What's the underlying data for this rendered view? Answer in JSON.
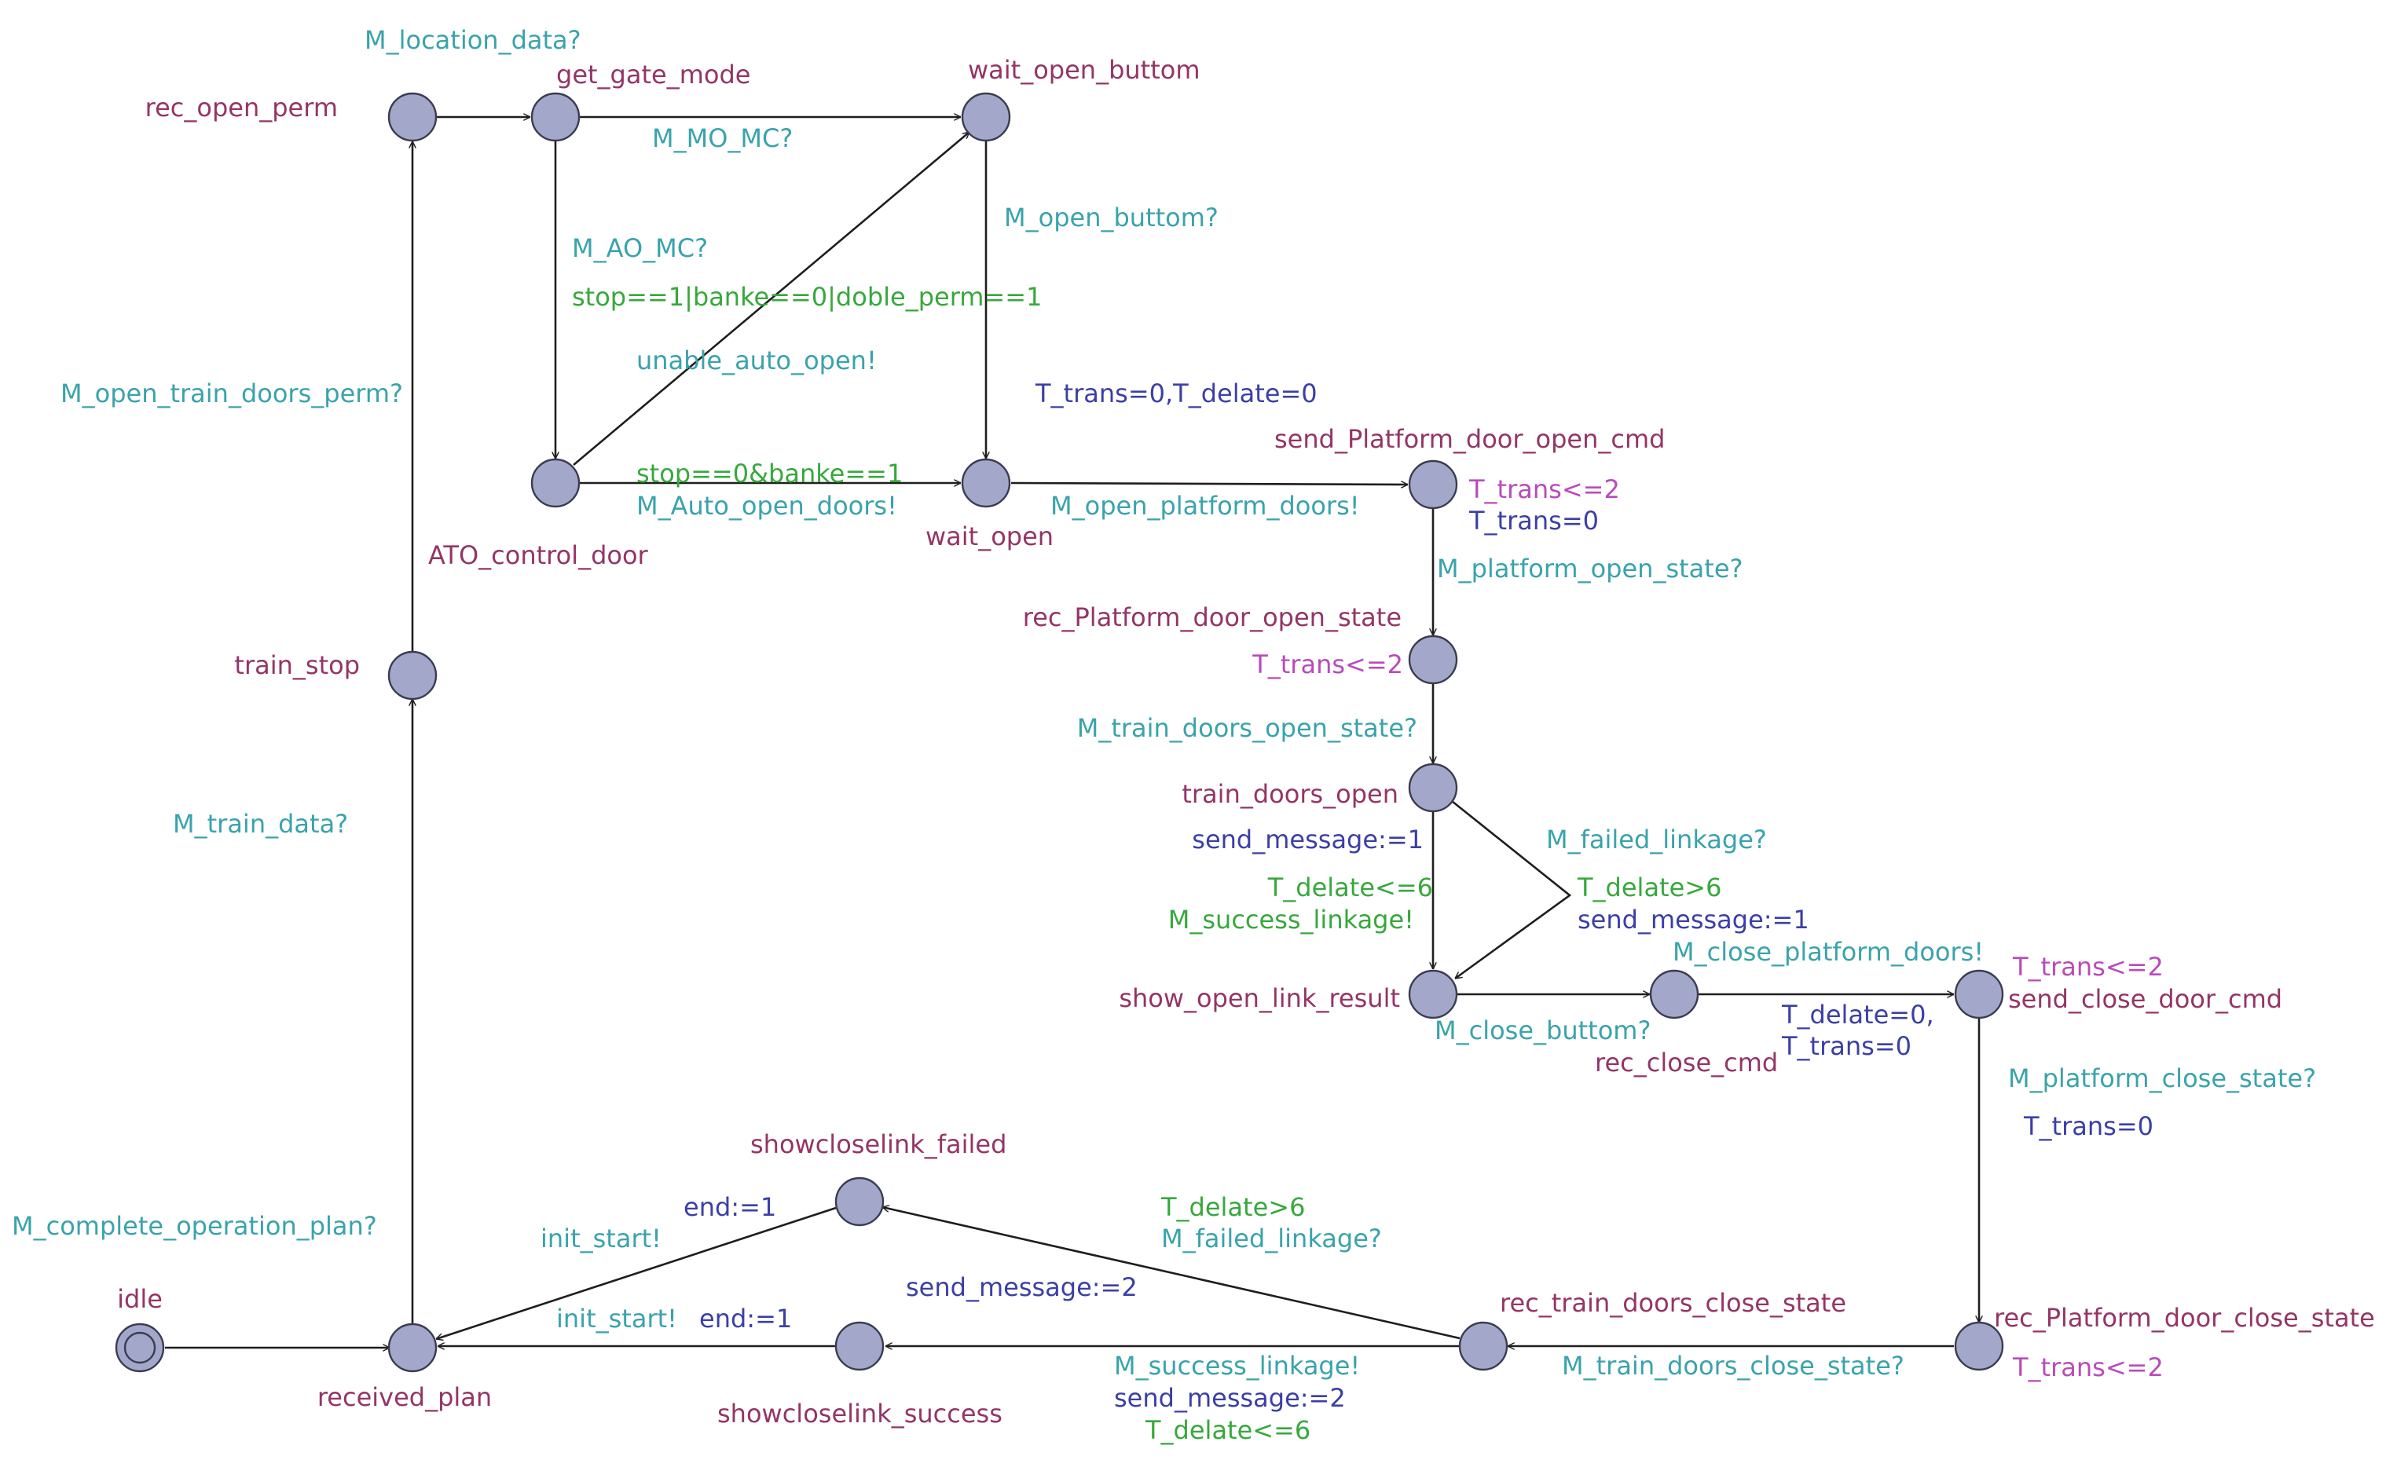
{
  "colors": {
    "location_fill": "#a3a8cb",
    "location_name": "#943566",
    "synchronisation": "#3aa3ab",
    "guard": "#37a83c",
    "assignment": "#3b3fa5",
    "invariant": "#b94bbb"
  },
  "locations": {
    "idle": "idle",
    "received_plan": "received_plan",
    "train_stop": "train_stop",
    "rec_open_perm": "rec_open_perm",
    "get_gate_mode": "get_gate_mode",
    "wait_open_buttom": "wait_open_buttom",
    "ATO_control_door": "ATO_control_door",
    "wait_open": "wait_open",
    "send_Platform_door_open_cmd": "send_Platform_door_open_cmd",
    "rec_Platform_door_open_state": "rec_Platform_door_open_state",
    "train_doors_open": "train_doors_open",
    "show_open_link_result": "show_open_link_result",
    "rec_close_cmd": "rec_close_cmd",
    "send_close_door_cmd": "send_close_door_cmd",
    "rec_Platform_door_close_state": "rec_Platform_door_close_state",
    "rec_train_doors_close_state": "rec_train_doors_close_state",
    "showcloselink_failed": "showcloselink_failed",
    "showcloselink_success": "showcloselink_success"
  },
  "invariants": {
    "send_open_cmd": "T_trans<=2",
    "rec_platform_open": "T_trans<=2",
    "send_close_cmd": "T_trans<=2",
    "rec_platform_close": "T_trans<=2"
  },
  "labels": {
    "complete_operation_plan": "M_complete_operation_plan?",
    "train_data": "M_train_data?",
    "open_train_doors_perm": "M_open_train_doors_perm?",
    "location_data": "M_location_data?",
    "mo_mc": "M_MO_MC?",
    "ao_mc": "M_AO_MC?",
    "stop_guard_manual": "stop==1|banke==0|doble_perm==1",
    "unable_auto_open": "unable_auto_open!",
    "open_buttom": "M_open_buttom?",
    "stop_guard_auto": "stop==0&banke==1",
    "auto_open_doors": "M_Auto_open_doors!",
    "reset_trans_delate": "T_trans=0,T_delate=0",
    "open_platform_doors": "M_open_platform_doors!",
    "reset_trans_1": "T_trans=0",
    "platform_open_state": "M_platform_open_state?",
    "train_doors_open_state": "M_train_doors_open_state?",
    "send_message_1a": "send_message:=1",
    "delate_le_6_open": "T_delate<=6",
    "success_linkage_open": "M_success_linkage!",
    "failed_linkage_open": "M_failed_linkage?",
    "delate_gt_6_open": "T_delate>6",
    "send_message_1b": "send_message:=1",
    "close_buttom": "M_close_buttom?",
    "close_platform_doors": "M_close_platform_doors!",
    "reset_delate": "T_delate=0,",
    "reset_trans_2": "T_trans=0",
    "platform_close_state": "M_platform_close_state?",
    "reset_trans_3": "T_trans=0",
    "train_doors_close_state": "M_train_doors_close_state?",
    "delate_gt_6_close": "T_delate>6",
    "failed_linkage_close": "M_failed_linkage?",
    "send_message_2a": "send_message:=2",
    "success_linkage_close": "M_success_linkage!",
    "send_message_2b": "send_message:=2",
    "delate_le_6_close": "T_delate<=6",
    "end_failed": "end:=1",
    "init_start_failed": "init_start!",
    "end_success": "end:=1",
    "init_start_success": "init_start!"
  }
}
